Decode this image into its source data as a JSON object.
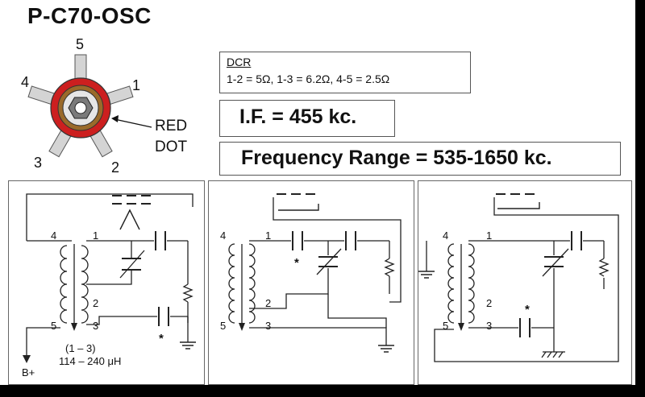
{
  "title": "P-C70-OSC",
  "connector": {
    "pins": [
      "5",
      "4",
      "1",
      "3",
      "2"
    ],
    "dot_label_1": "RED",
    "dot_label_2": "DOT",
    "colors": {
      "ring_outer": "#cc1f1f",
      "ring_inner": "#9a6a2a",
      "hex": "#7a7a7a",
      "pin": "#d4d4d4"
    }
  },
  "dcr": {
    "heading": "DCR",
    "values": "1-2 = 5Ω, 1-3 = 6.2Ω, 4-5 = 2.5Ω"
  },
  "if_text": "I.F. = 455 kc.",
  "freq_text": "Frequency Range = 535-1650 kc.",
  "schematics": {
    "p1": {
      "pin4": "4",
      "pin1": "1",
      "pin2": "2",
      "pin5": "5",
      "pin3": "3",
      "star": "*",
      "range": "(1 – 3)",
      "inductance": "114 – 240 μH",
      "bplus": "B+"
    },
    "p2": {
      "pin4": "4",
      "pin1": "1",
      "pin2": "2",
      "pin5": "5",
      "pin3": "3",
      "star": "*"
    },
    "p3": {
      "pin4": "4",
      "pin1": "1",
      "pin2": "2",
      "pin5": "5",
      "pin3": "3",
      "star": "*"
    }
  }
}
